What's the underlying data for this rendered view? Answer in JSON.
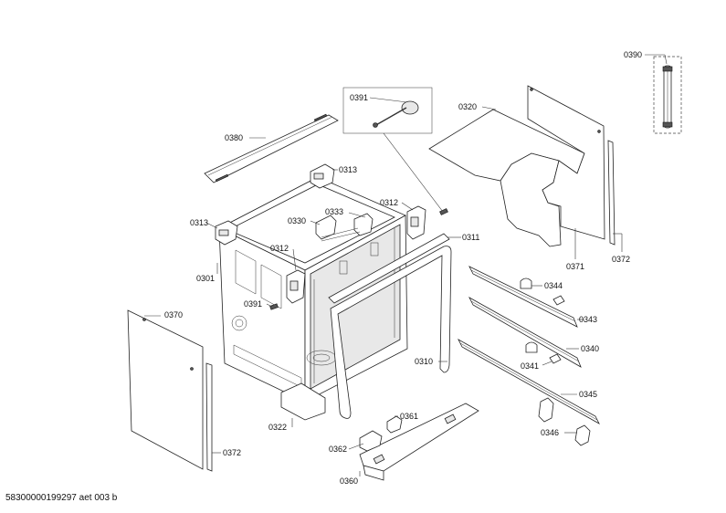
{
  "callouts": {
    "c0390": "0390",
    "c0391_box": "0391",
    "c0320": "0320",
    "c0380": "0380",
    "c0313_top": "0313",
    "c0312_right": "0312",
    "c0313_left": "0313",
    "c0330": "0330",
    "c0333": "0333",
    "c0311": "0311",
    "c0312_left": "0312",
    "c0301": "0301",
    "c0391_side": "0391",
    "c0371": "0371",
    "c0372_right": "0372",
    "c0344": "0344",
    "c0343": "0343",
    "c0340": "0340",
    "c0341": "0341",
    "c0345": "0345",
    "c0346": "0346",
    "c0370": "0370",
    "c0310": "0310",
    "c0322": "0322",
    "c0361": "0361",
    "c0362": "0362",
    "c0372_left": "0372",
    "c0360": "0360"
  },
  "footer": {
    "document_id": "58300000199297 aet 003 b"
  }
}
